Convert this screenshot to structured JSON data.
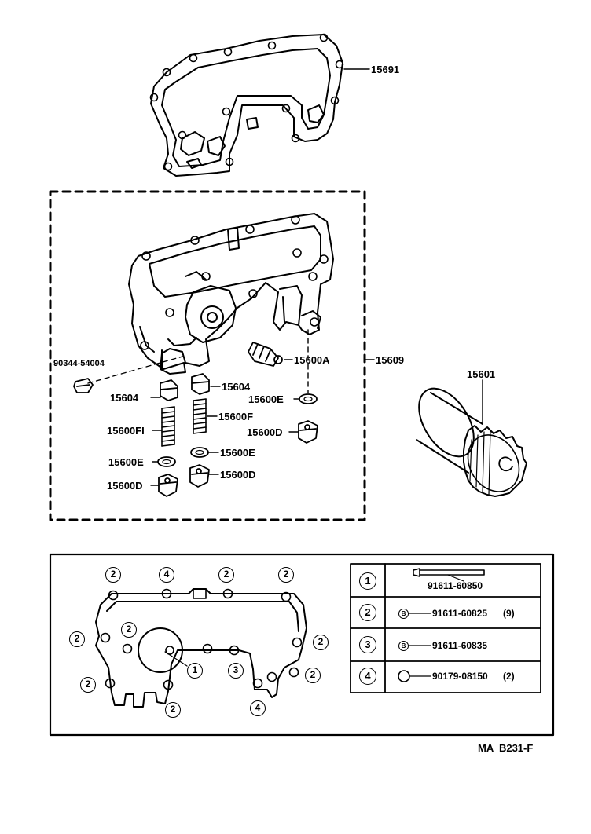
{
  "gasket": {
    "part_no": "15691"
  },
  "oil_pump_assembly": {
    "part_no": "15609",
    "parts": {
      "plug_90344": "90344-54004",
      "valve_15600A": "15600A",
      "valve_15604_left": "15604",
      "valve_15604_right": "15604",
      "spring_15600F_right": "15600F",
      "spring_15600F_left": "15600FI",
      "gasket_15600E_top": "15600E",
      "plug_15600D_right": "15600D",
      "gasket_15600E_left": "15600E",
      "gasket_15600E_mid": "15600E",
      "plug_15600D_left": "15600D",
      "plug_15600D_mid": "15600D"
    }
  },
  "oil_filter": {
    "part_no": "15601"
  },
  "bolt_layout": {
    "callouts": [
      "2",
      "4",
      "2",
      "2",
      "2",
      "2",
      "1",
      "3",
      "2",
      "2",
      "2",
      "2",
      "4"
    ],
    "table": [
      {
        "num": "1",
        "prefix": "",
        "part": "91611-60850",
        "qty": ""
      },
      {
        "num": "2",
        "prefix": "B",
        "part": "91611-60825",
        "qty": "(9)"
      },
      {
        "num": "3",
        "prefix": "B",
        "part": "91611-60835",
        "qty": ""
      },
      {
        "num": "4",
        "prefix": "",
        "part": "90179-08150",
        "qty": "(2)"
      }
    ]
  },
  "footer": {
    "code": "MA  B231-F"
  }
}
